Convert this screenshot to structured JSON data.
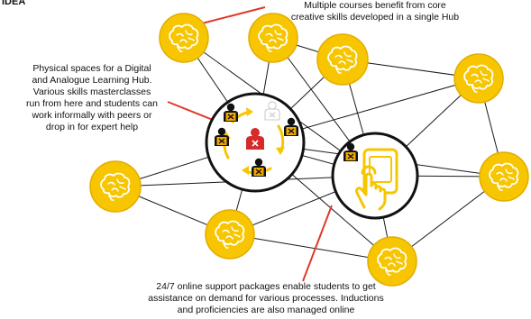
{
  "title": "IDEA",
  "notes": {
    "top": "Multiple courses benefit from core\ncreative skills developed in a single Hub",
    "left": "Physical spaces for a Digital\nand Analogue Learning Hub.\nVarious skills masterclasses\nrun from here and students can\nwork informally with peers or\ndrop in for expert help",
    "bottom": "24/7 online support packages enable students to get\nassistance on demand for various processes. Inductions\nand proficiencies are also managed online"
  },
  "colors": {
    "node_fill": "#f7c600",
    "node_stroke": "#e3ad00",
    "line": "#1a1a1a",
    "pointer": "#e0392b",
    "person_orange": "#f2a900",
    "person_red": "#d62b2b"
  },
  "icons": {
    "course_node": "brain-icon",
    "physical_hub": "people-cycle-icon",
    "online_hub": "touch-tablet-icon"
  }
}
